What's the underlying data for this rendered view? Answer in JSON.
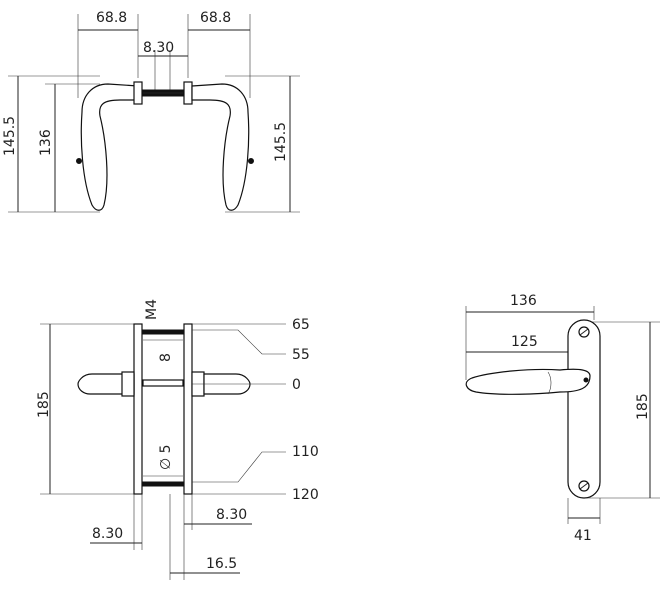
{
  "top_view": {
    "width_left": "68.8",
    "width_right": "68.8",
    "spindle": "8.30",
    "height_outer_left": "145.5",
    "height_inner_left": "136",
    "height_right": "145.5"
  },
  "side_view": {
    "thread": "M4",
    "spindle": "8",
    "hole_dia": "∅ 5",
    "height": "185",
    "pos_65": "65",
    "pos_55": "55",
    "pos_0": "0",
    "pos_110": "110",
    "pos_120": "120",
    "plate_left": "8.30",
    "plate_right": "8.30",
    "depth": "16.5"
  },
  "front_view": {
    "length": "136",
    "grip": "125",
    "height": "185",
    "plate_width": "41"
  },
  "colors": {
    "line": "#222222",
    "part": "#111111",
    "background": "#ffffff"
  }
}
